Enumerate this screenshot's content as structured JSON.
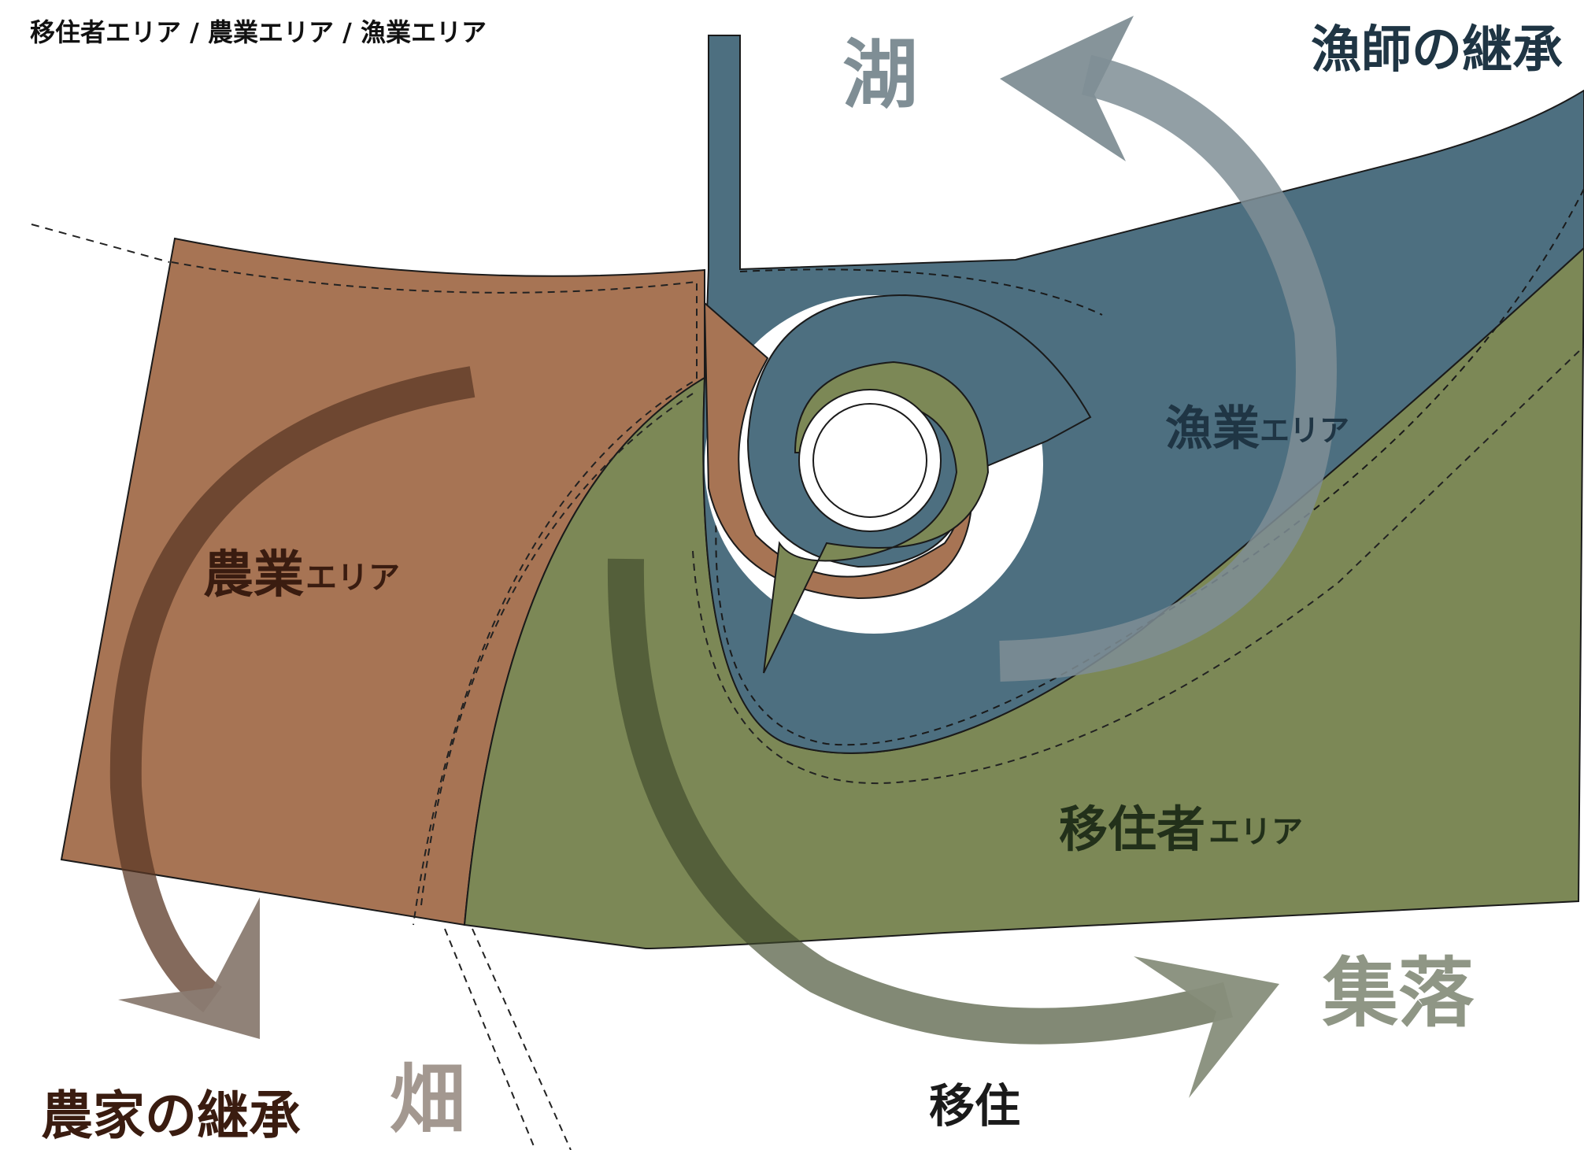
{
  "header": {
    "legend_line": "移住者エリア / 農業エリア / 漁業エリア"
  },
  "labels": {
    "lake": "湖",
    "fisher_succession": "漁師の継承",
    "fishing_area_main": "漁業",
    "fishing_area_suffix": "エリア",
    "farming_area_main": "農業",
    "farming_area_suffix": "エリア",
    "settler_area_main": "移住者",
    "settler_area_suffix": "エリア",
    "village": "集落",
    "farmer_succession": "農家の継承",
    "field": "畑",
    "migration": "移住"
  },
  "colors": {
    "farming": "#a77454",
    "settler": "#7c8856",
    "fishing": "#4d6f80",
    "arrow_lake": "#7f8e95",
    "arrow_field": "#8a7b71",
    "arrow_village": "#878e7b",
    "label_fishing": "#1f3544",
    "label_farming": "#3a1c10",
    "label_settler": "#22301a",
    "label_muted_blue": "#7f8e95",
    "label_muted_brown": "#a39890",
    "label_muted_green": "#8f9685"
  }
}
